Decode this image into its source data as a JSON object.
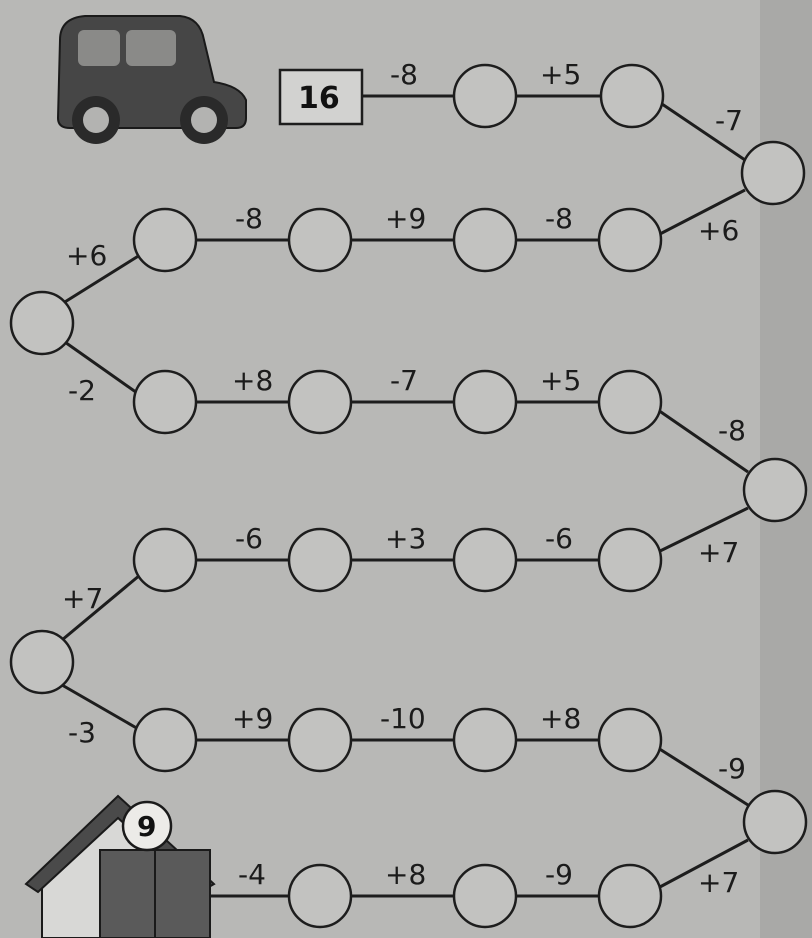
{
  "puzzle": {
    "start_value": "16",
    "end_value": "9"
  },
  "icons": {
    "car": "car-icon",
    "house": "house-icon"
  },
  "edges": [
    {
      "id": "e1",
      "label": "-8"
    },
    {
      "id": "e2",
      "label": "+5"
    },
    {
      "id": "e3",
      "label": "-7"
    },
    {
      "id": "e4",
      "label": "+6"
    },
    {
      "id": "e5",
      "label": "-8"
    },
    {
      "id": "e6",
      "label": "+9"
    },
    {
      "id": "e7",
      "label": "-8"
    },
    {
      "id": "e8",
      "label": "+6"
    },
    {
      "id": "e9",
      "label": "-2"
    },
    {
      "id": "e10",
      "label": "+8"
    },
    {
      "id": "e11",
      "label": "-7"
    },
    {
      "id": "e12",
      "label": "+5"
    },
    {
      "id": "e13",
      "label": "-8"
    },
    {
      "id": "e14",
      "label": "+7"
    },
    {
      "id": "e15",
      "label": "-6"
    },
    {
      "id": "e16",
      "label": "+3"
    },
    {
      "id": "e17",
      "label": "-6"
    },
    {
      "id": "e18",
      "label": "+7"
    },
    {
      "id": "e19",
      "label": "-3"
    },
    {
      "id": "e20",
      "label": "+9"
    },
    {
      "id": "e21",
      "label": "-10"
    },
    {
      "id": "e22",
      "label": "+8"
    },
    {
      "id": "e23",
      "label": "-9"
    },
    {
      "id": "e24",
      "label": "+7"
    },
    {
      "id": "e25",
      "label": "-9"
    },
    {
      "id": "e26",
      "label": "+8"
    },
    {
      "id": "e27",
      "label": "-4"
    }
  ]
}
